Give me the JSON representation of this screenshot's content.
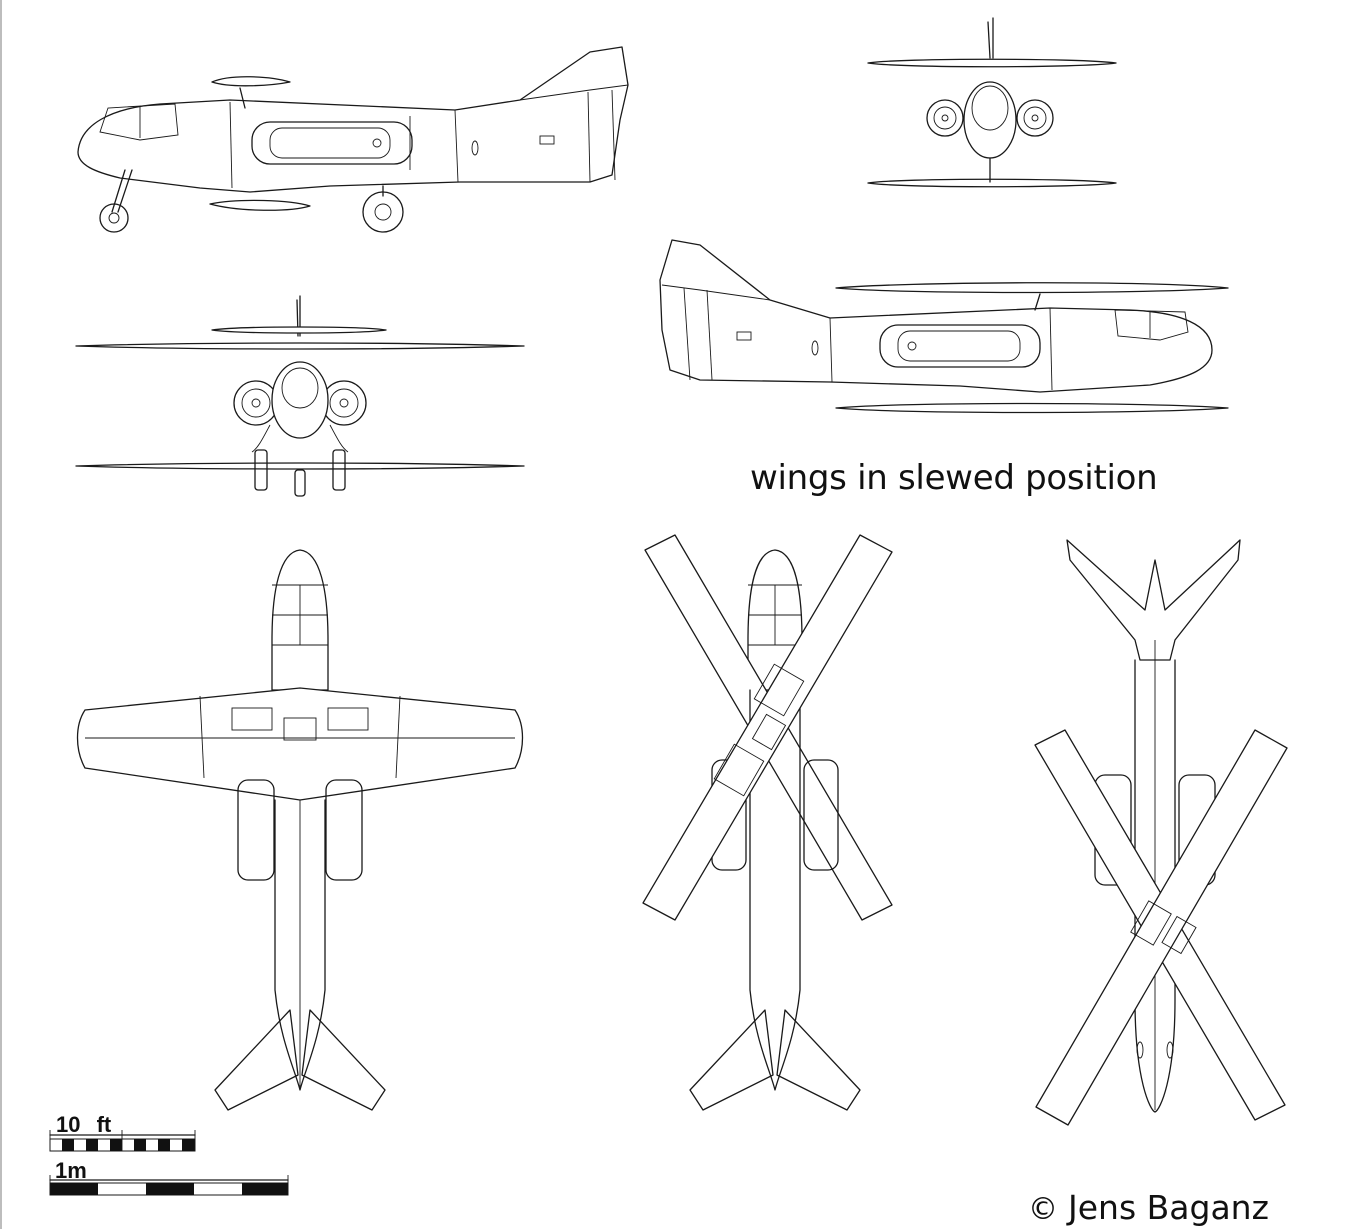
{
  "caption": "wings in slewed position",
  "credit": {
    "symbol": "©",
    "author": "Jens Baganz"
  },
  "scale_bars": [
    {
      "label_value": "10",
      "label_unit": "ft"
    },
    {
      "label_value": "1m"
    }
  ],
  "icons": {
    "copyright": "copyright-icon"
  }
}
